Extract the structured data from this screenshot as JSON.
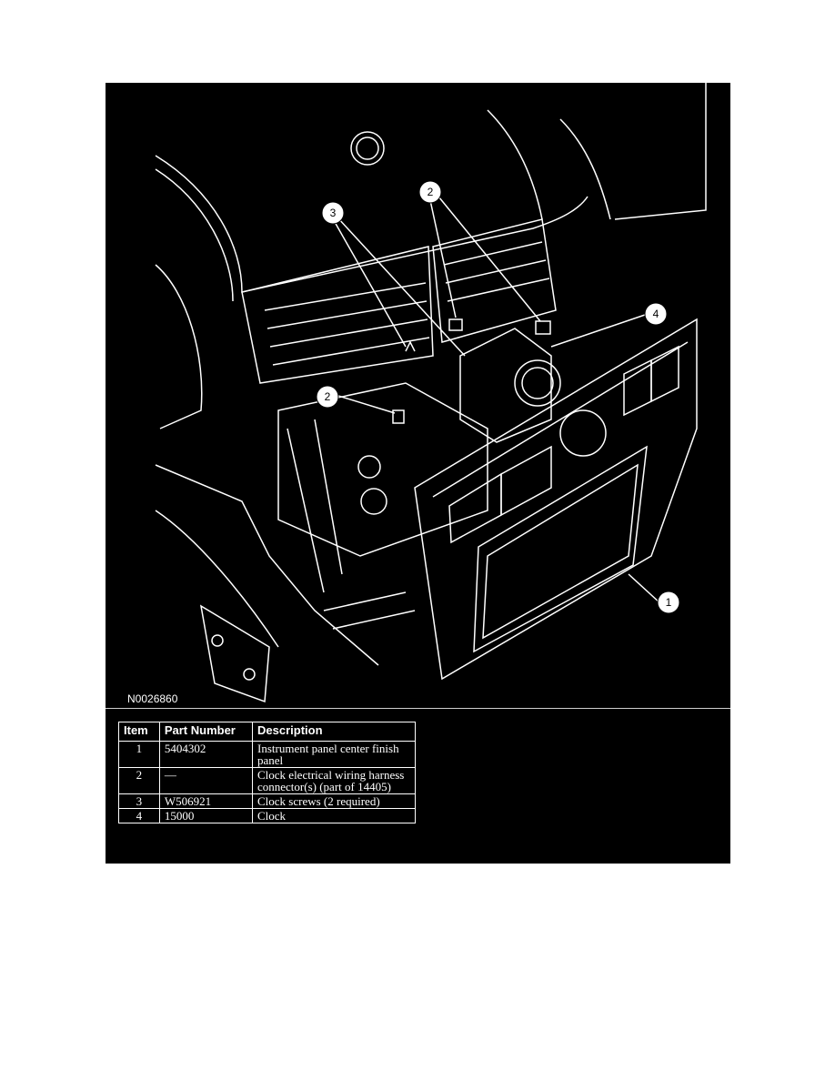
{
  "figure": {
    "id_label": "N0026860",
    "callouts": [
      "3",
      "2",
      "4",
      "2",
      "1"
    ]
  },
  "parts_table": {
    "headers": [
      "Item",
      "Part Number",
      "Description"
    ],
    "rows": [
      {
        "item": "1",
        "part": "5404302",
        "desc": "Instrument panel center finish panel"
      },
      {
        "item": "2",
        "part": "—",
        "desc": "Clock electrical wiring harness connector(s) (part of 14405)"
      },
      {
        "item": "3",
        "part": "W506921",
        "desc": "Clock screws (2 required)"
      },
      {
        "item": "4",
        "part": "15000",
        "desc": "Clock"
      }
    ]
  },
  "colors": {
    "background": "#000000",
    "line": "#ffffff",
    "page": "#ffffff"
  }
}
